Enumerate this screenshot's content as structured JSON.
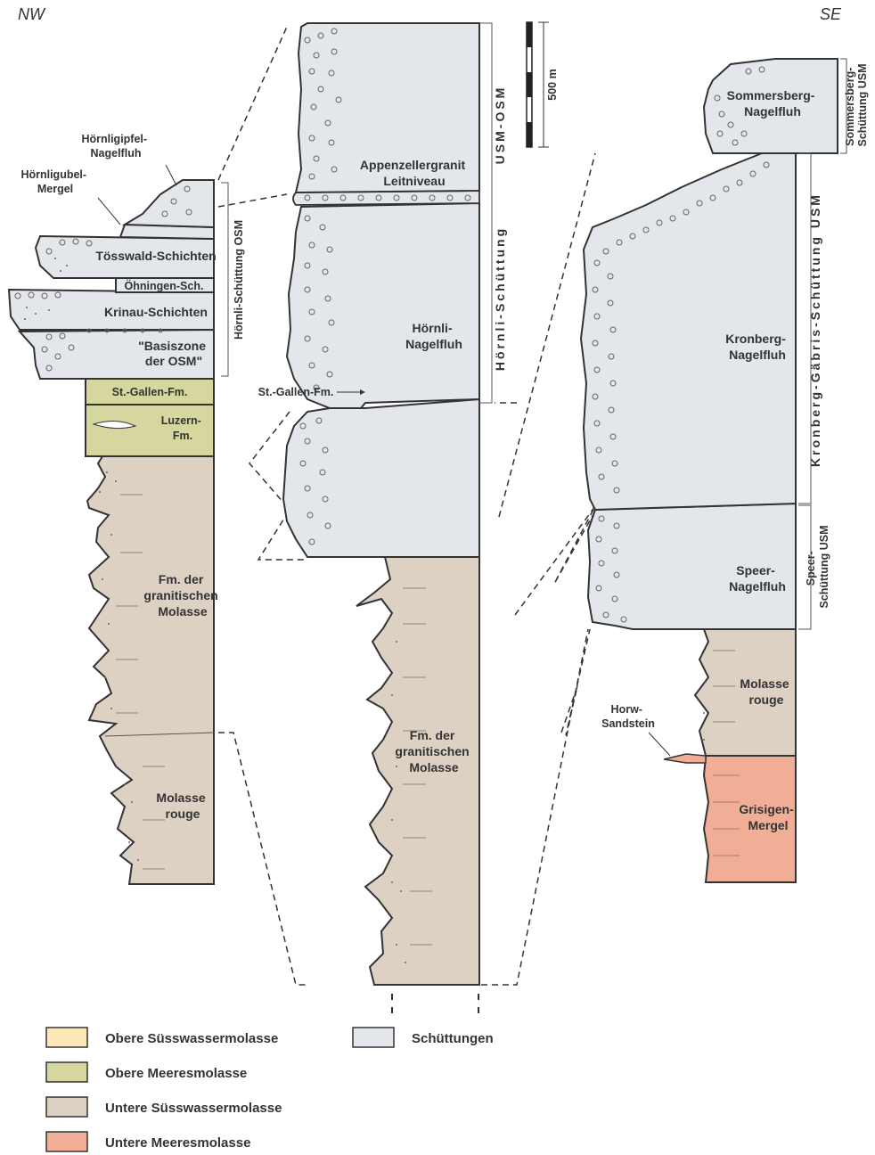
{
  "orientation": {
    "left": "NW",
    "right": "SE"
  },
  "scale": {
    "label": "500 m"
  },
  "colors": {
    "obere_suesswassermolasse": "#fde9b6",
    "obere_meeresmolasse": "#d5d79e",
    "untere_suesswassermolasse": "#ddd1c3",
    "untere_meeresmolasse": "#f0ae96",
    "schuettungen": "#e3e6ea",
    "outline": "#333333"
  },
  "columns": {
    "west": {
      "units": {
        "hoernligipfel": "Hörnligipfel-\nNagelfluh",
        "hoernligubel": "Hörnligubel-\nMergel",
        "toesswald": "Tösswald-Schichten",
        "oehningen": "Öhningen-Sch.",
        "krinau": "Krinau-Schichten",
        "basiszone": "\"Basiszone\nder OSM\"",
        "stgallen": "St.-Gallen-Fm.",
        "luzern": "Luzern-\nFm.",
        "granitisch": "Fm. der\ngranitischen\nMolasse",
        "molasse_rouge": "Molasse\nrouge"
      },
      "bracket": "Hörnli-Schüttung OSM"
    },
    "middle": {
      "units": {
        "appenzeller": "Appenzellergranit\nLeitniveau",
        "hoernli": "Hörnli-\nNagelfluh",
        "stgallen": "St.-Gallen-Fm.",
        "granitisch": "Fm. der\ngranitischen\nMolasse"
      },
      "bracket_upper": "USM-OSM",
      "bracket_lower": "Hörnli-Schüttung"
    },
    "east": {
      "units": {
        "sommersberg": "Sommersberg-\nNagelfluh",
        "kronberg": "Kronberg-\nNagelfluh",
        "speer": "Speer-\nNagelfluh",
        "molasse_rouge": "Molasse\nrouge",
        "horw": "Horw-\nSandstein",
        "grisigen": "Grisigen-\nMergel"
      },
      "bracket_sommersberg": "Sommersberg-\nSchüttung USM",
      "bracket_kronberg": "Kronberg-Gäbris-Schüttung USM",
      "bracket_speer": "Speer-\nSchüttung USM"
    }
  },
  "legend": [
    {
      "label": "Obere Süsswassermolasse",
      "color": "#fde9b6"
    },
    {
      "label": "Obere Meeresmolasse",
      "color": "#d5d79e"
    },
    {
      "label": "Untere Süsswassermolasse",
      "color": "#ddd1c3"
    },
    {
      "label": "Untere Meeresmolasse",
      "color": "#f0ae96"
    },
    {
      "label": "Schüttungen",
      "color": "#e3e6ea"
    }
  ]
}
